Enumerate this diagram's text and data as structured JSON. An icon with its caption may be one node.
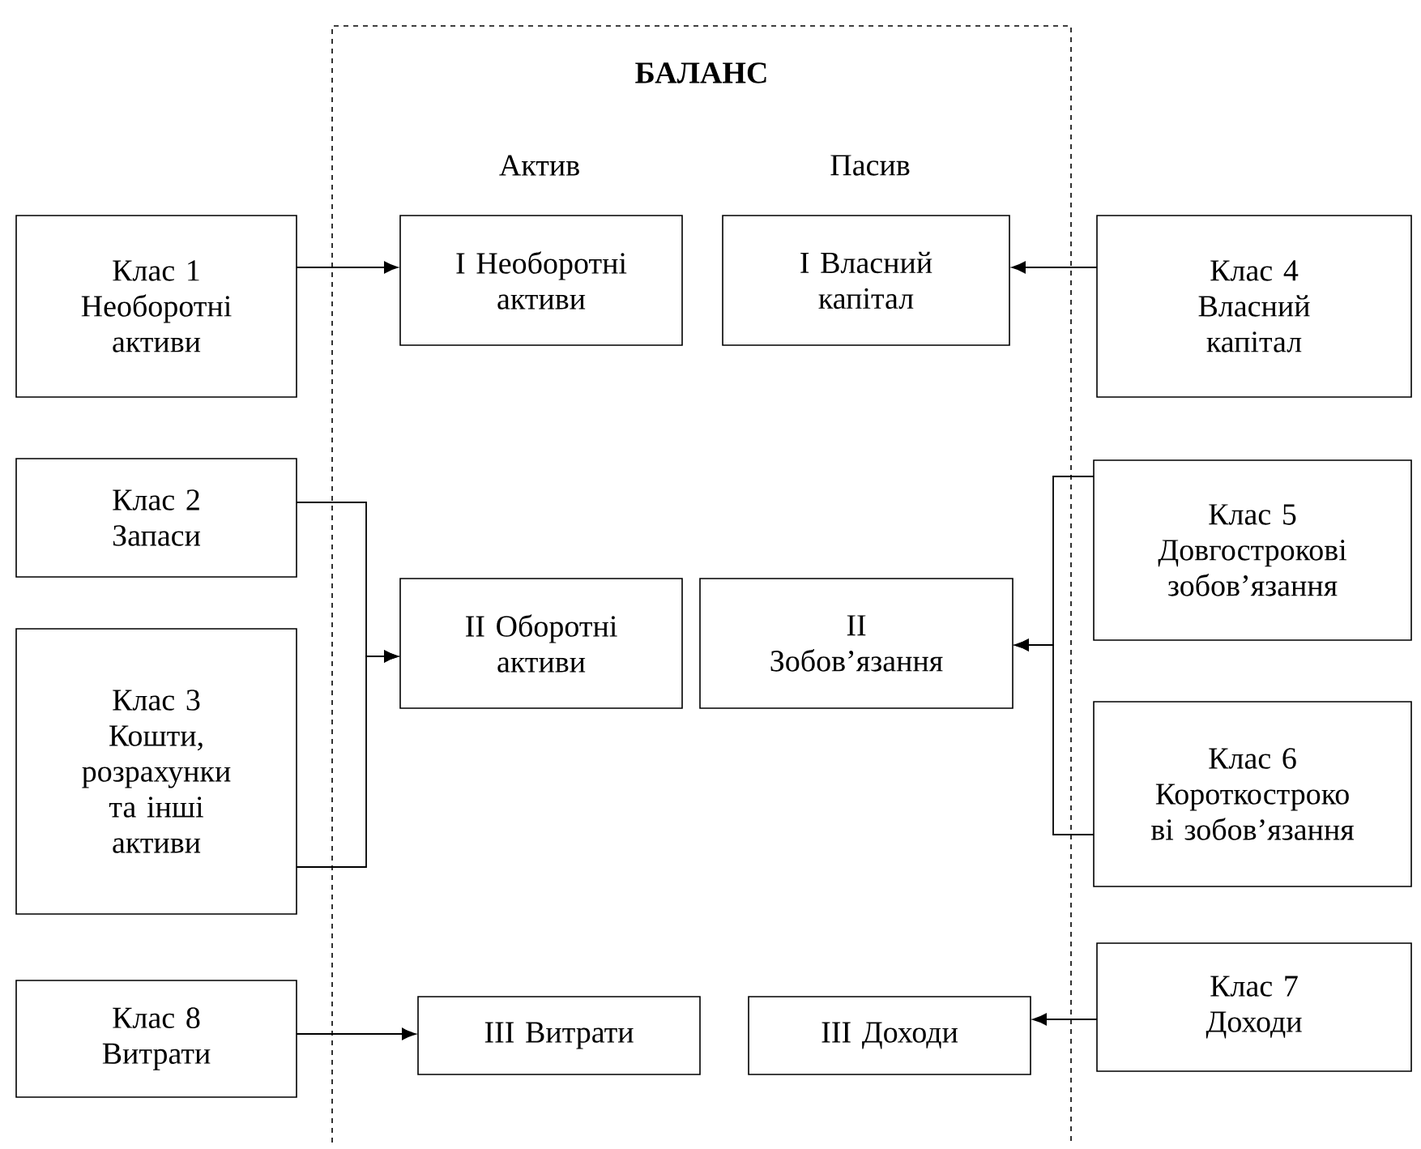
{
  "diagram": {
    "nodes": [
      {
        "text": [
          "БАЛАНС"
        ]
      },
      {
        "text": [
          "Клас 1 Необоротні активи"
        ]
      },
      {
        "text": [
          "I Необоротні активи"
        ],
        "in": 0
      },
      {
        "text": [
          "I Власний капітал"
        ],
        "in": 0
      },
      {
        "text": [
          "Клас 4 Власний капітал"
        ]
      },
      {
        "text": [
          "Клас 2 Запаси"
        ]
      },
      {
        "text": [
          "Клас 3 Кошти, розрахунки та інші активи"
        ]
      },
      {
        "text": [
          "II Оборотні активи"
        ],
        "in": 0
      },
      {
        "text": [
          "II Зобов’язання"
        ],
        "in": 0
      },
      {
        "text": [
          "Клас 5 Довгострокові зобов’язання"
        ]
      },
      {
        "text": [
          "Клас 6 Короткостроко ві зобов’язання"
        ]
      },
      {
        "text": [
          "Клас 8 Витрати"
        ]
      },
      {
        "text": [
          "III Витрати"
        ],
        "in": 0
      },
      {
        "text": [
          "III Доходи"
        ],
        "in": 0
      },
      {
        "text": [
          "Клас 7 Доходи"
        ]
      }
    ],
    "edges": [
      {
        "from": 1,
        "to": 2,
        "arrow": "to"
      },
      {
        "from": 4,
        "to": 3,
        "arrow": "to"
      },
      {
        "from": 5,
        "to": 7,
        "arrow": "to"
      },
      {
        "from": 6,
        "to": 7,
        "arrow": "to"
      },
      {
        "from": 9,
        "to": 8,
        "arrow": "to"
      },
      {
        "from": 10,
        "to": 8,
        "arrow": "to"
      },
      {
        "from": 11,
        "to": 12,
        "arrow": "to"
      },
      {
        "from": 14,
        "to": 13,
        "arrow": "to"
      }
    ],
    "labels": [
      "Актив",
      "Пасив"
    ]
  }
}
